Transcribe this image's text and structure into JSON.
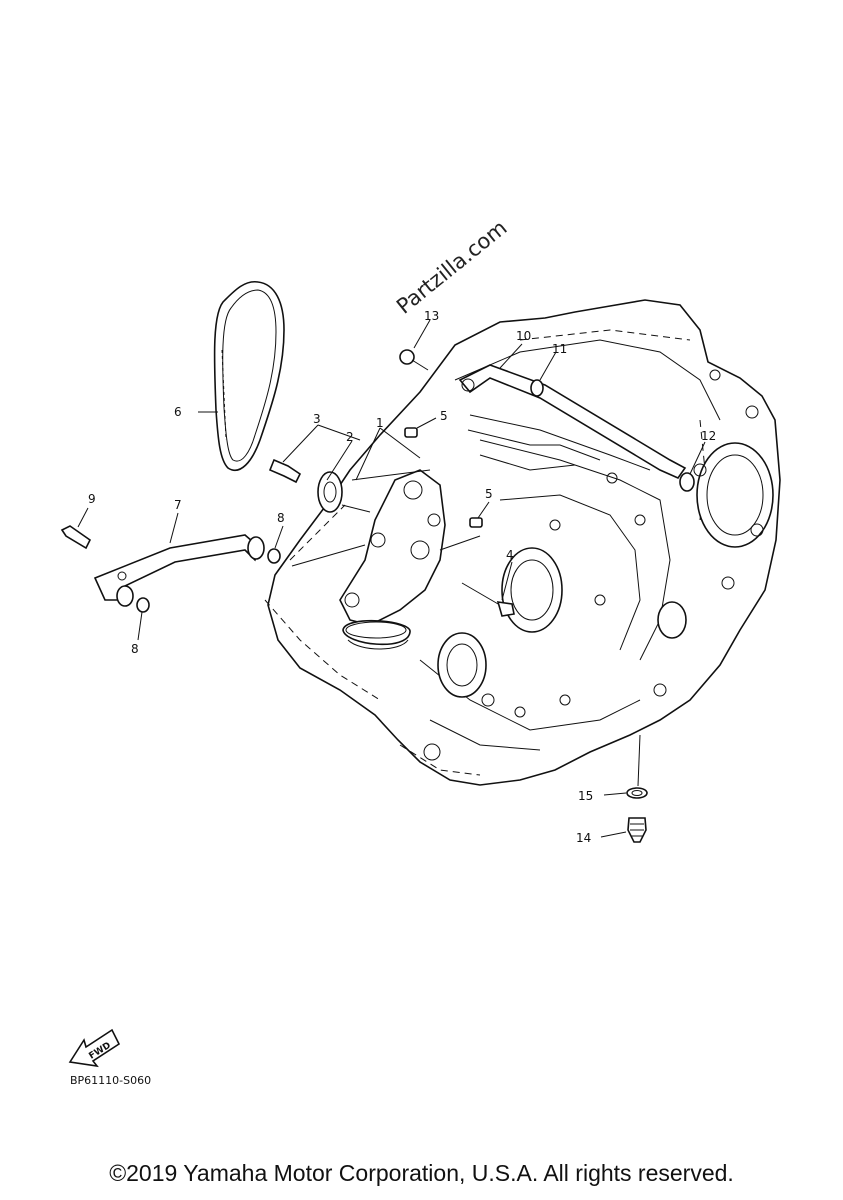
{
  "watermark": "Partzilla.com",
  "diagram_code": "BP61110-S060",
  "fwd_label": "FWD",
  "copyright": "©2019 Yamaha Motor Corporation, U.S.A. All rights reserved.",
  "callouts": {
    "c1": "1",
    "c2": "2",
    "c3": "3",
    "c4": "4",
    "c5a": "5",
    "c5b": "5",
    "c6": "6",
    "c7": "7",
    "c8a": "8",
    "c8b": "8",
    "c9": "9",
    "c10": "10",
    "c11": "11",
    "c12": "12",
    "c13": "13",
    "c14": "14",
    "c15": "15"
  }
}
